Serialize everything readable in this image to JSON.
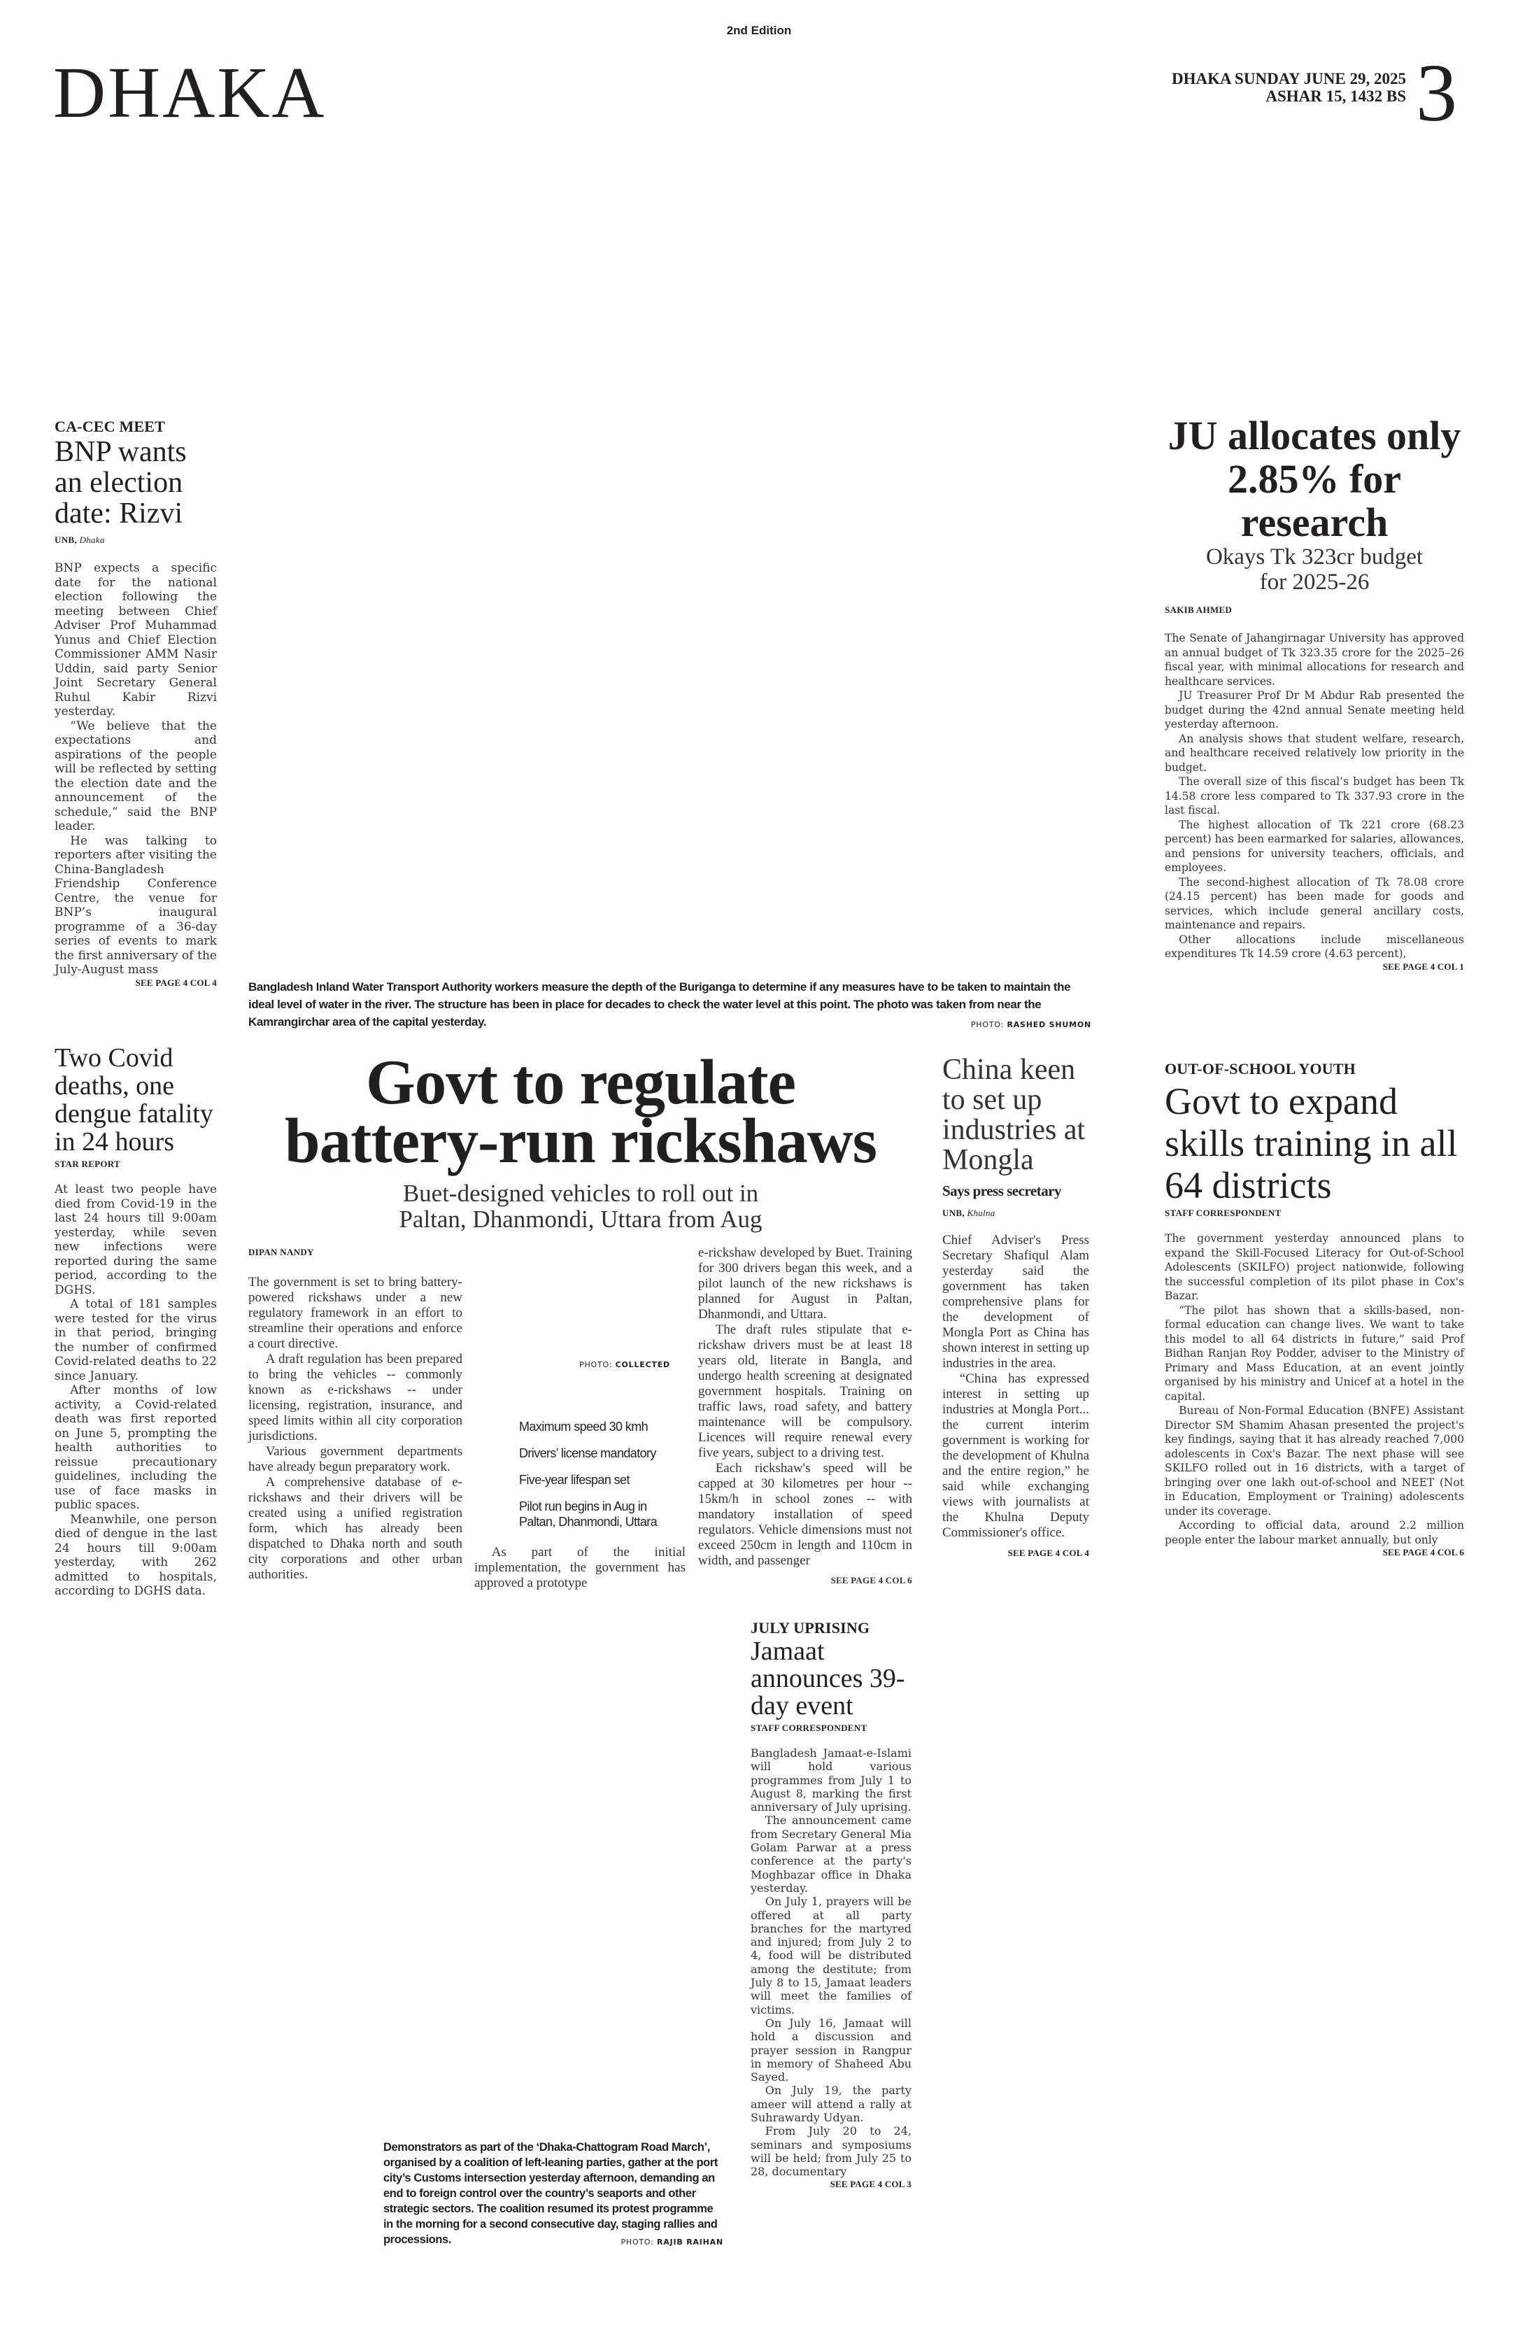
{
  "header": {
    "edition": "2nd Edition",
    "section": "DHAKA",
    "date": "DHAKA SUNDAY JUNE 29, 2025",
    "bangla_date": "ASHAR 15, 1432 BS",
    "page_number": "3"
  },
  "captions": {
    "top": "Bangladesh Inland Water Transport Authority workers measure the depth of the Buriganga to determine if any measures have to be taken to maintain the ideal level of water in the river. The structure has been in place for decades to check the water level at this point. The photo was taken from near the Kamrangirchar area of the capital yesterday.",
    "top_credit_label": "PHOTO:",
    "top_credit_name": "RASHED SHUMON",
    "bottom": "Demonstrators as part of the ‘Dhaka-Chattogram Road March’, organised by a coalition of left-leaning parties, gather at the port city’s Customs intersection yesterday afternoon, demanding an end to foreign control over the country’s seaports and other strategic sectors. The coalition resumed its protest programme in the morning for a second consecutive day, staging rallies and processions.",
    "bottom_credit_label": "PHOTO:",
    "bottom_credit_name": "RAJIB RAIHAN"
  },
  "bnp": {
    "kicker": "CA-CEC MEET",
    "headline": "BNP wants an election date: Rizvi",
    "byline": "UNB,",
    "place": "Dhaka",
    "paragraphs": [
      "BNP expects a specific date for the national election following the meeting between Chief Adviser Prof Muhammad Yunus and Chief Election Commissioner AMM Nasir Uddin, said party Senior Joint Secretary General Ruhul Kabir Rizvi yesterday.",
      "“We believe that the expectations and aspirations of the people will be reflected by setting the election date and the announcement of the schedule,” said the BNP leader.",
      "He was talking to reporters after visiting the China-Bangladesh Friendship Conference Centre, the venue for BNP’s inaugural programme of a 36-day series of events to mark the first anniversary of the July-August mass"
    ],
    "jump": "SEE PAGE 4 COL 4"
  },
  "ju": {
    "headline": "JU allocates only 2.85% for research",
    "subhead": "Okays Tk 323cr budget for 2025-26",
    "byline": "SAKIB AHMED",
    "paragraphs": [
      "The Senate of Jahangirnagar University has approved an annual budget of Tk 323.35 crore for the 2025–26 fiscal year, with minimal allocations for research and healthcare services.",
      "JU Treasurer Prof Dr M Abdur Rab presented the budget during the 42nd annual Senate meeting held yesterday afternoon.",
      "An analysis shows that student welfare, research, and healthcare received relatively low priority in the budget.",
      "The overall size of this fiscal’s budget has been Tk 14.58 crore less compared to Tk 337.93 crore in the last fiscal.",
      "The highest allocation of Tk 221 crore (68.23 percent) has been earmarked for salaries, allowances, and pensions for university teachers, officials, and employees.",
      "The second-highest allocation of Tk 78.08 crore (24.15 percent) has been made for goods and services, which include general ancillary costs, maintenance and repairs.",
      "Other allocations include miscellaneous expenditures Tk 14.59 crore (4.63 percent),"
    ],
    "jump": "SEE PAGE 4 COL 1"
  },
  "covid": {
    "headline": "Two Covid deaths, one dengue fatality in 24 hours",
    "byline": "STAR REPORT",
    "paragraphs": [
      "At least two people have died from Covid-19 in the last 24 hours till 9:00am yesterday, while seven new infections were reported during the same period, according to the DGHS.",
      "A total of 181 samples were tested for the virus in that period, bringing the number of confirmed Covid-related deaths to 22 since January.",
      "After months of low activity, a Covid-related death was first reported on June 5, prompting the health authorities to reissue precautionary guidelines, including the use of face masks in public spaces.",
      "Meanwhile, one person died of dengue in the last 24 hours till 9:00am yesterday, with 262 admitted to hospitals, according to DGHS data."
    ]
  },
  "rickshaw": {
    "headline_line1": "Govt to regulate",
    "headline_line2": "battery-run rickshaws",
    "subhead_line1": "Buet-designed vehicles to roll out in",
    "subhead_line2": "Paltan, Dhanmondi, Uttara from Aug",
    "byline": "DIPAN NANDY",
    "photo_credit_label": "PHOTO:",
    "photo_credit_name": "COLLECTED",
    "highlights": [
      "Maximum speed 30 kmh",
      "Drivers’ license mandatory",
      "Five-year lifespan set",
      "Pilot run begins in Aug in Paltan, Dhanmondi, Uttara"
    ],
    "col1": [
      "The government is set to bring battery-powered rickshaws under a new regulatory framework in an effort to streamline their operations and enforce a court directive.",
      "A draft regulation has been prepared to bring the vehicles -- commonly known as e-rickshaws -- under licensing, registration, insurance, and speed limits within all city corporation jurisdictions.",
      "Various government departments have already begun preparatory work.",
      "A comprehensive database of e-rickshaws and their drivers will be created using a unified registration form, which has already been dispatched to Dhaka north and south city corporations and other urban authorities."
    ],
    "col2": "As part of the initial implementation, the government has approved a prototype",
    "col3": [
      "e-rickshaw developed by Buet. Training for 300 drivers began this week, and a pilot launch of the new rickshaws is planned for August in Paltan, Dhanmondi, and Uttara.",
      "The draft rules stipulate that e-rickshaw drivers must be at least 18 years old, literate in Bangla, and undergo health screening at designated government hospitals. Training on traffic laws, road safety, and battery maintenance will be compulsory. Licences will require renewal every five years, subject to a driving test.",
      "Each rickshaw's speed will be capped at 30 kilometres per hour -- 15km/h in school zones -- with mandatory installation of speed regulators. Vehicle dimensions must not exceed 250cm in length and 110cm in width, and passenger"
    ],
    "jump": "SEE PAGE 4 COL 6"
  },
  "china": {
    "headline": "China keen to set up industries at Mongla",
    "subhead": "Says press secretary",
    "byline": "UNB,",
    "place": "Khulna",
    "paragraphs": [
      "Chief Adviser's Press Secretary Shafiqul Alam yesterday said the government has taken comprehensive plans for the development of Mongla Port as China has shown interest in setting up industries in the area.",
      "“China has expressed interest in setting up industries at Mongla Port... the current interim government is working for the development of Khulna and the entire region,” he said while exchanging views with journalists at the Khulna Deputy Commissioner's office."
    ],
    "jump": "SEE PAGE 4 COL 4"
  },
  "skills": {
    "kicker": "OUT-OF-SCHOOL YOUTH",
    "headline": "Govt to expand skills training in all 64 districts",
    "byline": "STAFF CORRESPONDENT",
    "paragraphs": [
      "The government yesterday announced plans to expand the Skill-Focused Literacy for Out-of-School Adolescents (SKILFO) project nationwide, following the successful completion of its pilot phase in Cox's Bazar.",
      "“The pilot has shown that a skills-based, non-formal education can change lives. We want to take this model to all 64 districts in future,” said Prof Bidhan Ranjan Roy Podder, adviser to the Ministry of Primary and Mass Education, at an event jointly organised by his ministry and Unicef at a hotel in the capital.",
      "Bureau of Non-Formal Education (BNFE) Assistant Director SM Shamim Ahasan presented the project's key findings, saying that it has already reached 7,000 adolescents in Cox's Bazar. The next phase will see SKILFO rolled out in 16 districts, with a target of bringing over one lakh out-of-school and NEET (Not in Education, Employment or Training) adolescents under its coverage.",
      "According to official data, around 2.2 million people enter the labour market annually, but only"
    ],
    "jump": "SEE PAGE 4 COL 6"
  },
  "jamaat": {
    "kicker": "JULY UPRISING",
    "headline": "Jamaat announces 39-day event",
    "byline": "STAFF CORRESPONDENT",
    "paragraphs": [
      "Bangladesh Jamaat-e-Islami will hold various programmes from July 1 to August 8, marking the first anniversary of July uprising.",
      "The announcement came from Secretary General Mia Golam Parwar at a press conference at the party's Moghbazar office in Dhaka yesterday.",
      "On July 1, prayers will be offered at all party branches for the martyred and injured; from July 2 to 4, food will be distributed among the destitute; from July 8 to 15, Jamaat leaders will meet the families of victims.",
      "On July 16, Jamaat will hold a discussion and prayer session in Rangpur in memory of Shaheed Abu Sayed.",
      "On July 19, the party ameer will attend a rally at Suhrawardy Udyan.",
      "From July 20 to 24, seminars and symposiums will be held; from July 25 to 28, documentary"
    ],
    "jump": "SEE PAGE 4 COL 3"
  }
}
